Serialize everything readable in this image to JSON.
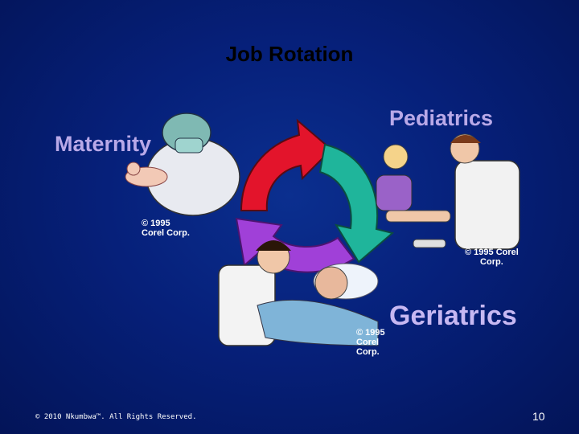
{
  "slide": {
    "title": "Job Rotation",
    "labels": {
      "maternity": "Maternity",
      "pediatrics": "Pediatrics",
      "geriatrics": "Geriatrics"
    },
    "copyright_clipart": {
      "c1_line1": "© 1995",
      "c1_line2": "Corel Corp.",
      "c2_line1": "© 1995 Corel",
      "c2_line2": "Corp.",
      "c3_line1": "© 1995",
      "c3_line2": "Corel",
      "c3_line3": "Corp."
    },
    "footer": "© 2010 Nkumbwa™. All Rights Reserved.",
    "page_number": "10"
  },
  "colors": {
    "background": "#06207a",
    "label": "#b9a9e8",
    "arrow_red": "#e3142b",
    "arrow_teal": "#1fb59b",
    "arrow_purple": "#a040d8"
  },
  "icons": {
    "cycle": "circular-arrows-cycle",
    "maternity": "nurse-holding-baby-clipart",
    "pediatrics": "nurse-with-child-clipart",
    "geriatrics": "nurse-with-elderly-patient-clipart"
  }
}
